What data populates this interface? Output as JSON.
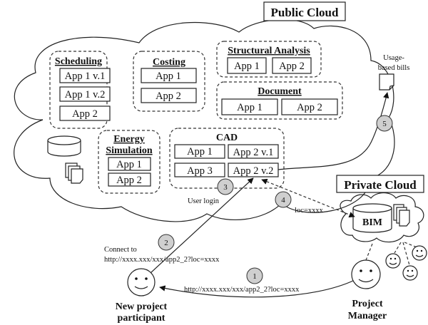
{
  "public_cloud": {
    "title": "Public Cloud",
    "groups": {
      "scheduling": {
        "title": "Scheduling",
        "apps": [
          "App 1 v.1",
          "App 1 v.2",
          "App 2"
        ]
      },
      "costing": {
        "title": "Costing",
        "apps": [
          "App 1",
          "App 2"
        ]
      },
      "structural": {
        "title": "Structural Analysis",
        "apps": [
          "App 1",
          "App 2"
        ]
      },
      "document": {
        "title": "Document",
        "apps": [
          "App 1",
          "App 2"
        ]
      },
      "energy": {
        "title_line1": "Energy",
        "title_line2": "Simulation",
        "apps": [
          "App 1",
          "App 2"
        ]
      },
      "cad": {
        "title": "CAD",
        "apps": [
          "App 1",
          "App 2 v.1",
          "App 3",
          "App 2 v.2"
        ]
      }
    },
    "icons": [
      "database-icon",
      "documents-icon"
    ]
  },
  "private_cloud": {
    "title": "Private Cloud",
    "db_label": "BIM"
  },
  "bills": {
    "line1": "Usage-",
    "line2": "based bills"
  },
  "actors": {
    "participant": {
      "line1": "New project",
      "line2": "participant"
    },
    "manager": {
      "line1": "Project",
      "line2": "Manager"
    }
  },
  "steps": [
    {
      "num": "1",
      "text": "http://xxxx.xxx/xxx/app2_2?loc=xxxx"
    },
    {
      "num": "2",
      "line1": "Connect to",
      "line2": "http://xxxx.xxx/xxx/app2_2?loc=xxxx"
    },
    {
      "num": "3",
      "text": "User login"
    },
    {
      "num": "4",
      "text": "loc=xxxx"
    },
    {
      "num": "5"
    }
  ]
}
